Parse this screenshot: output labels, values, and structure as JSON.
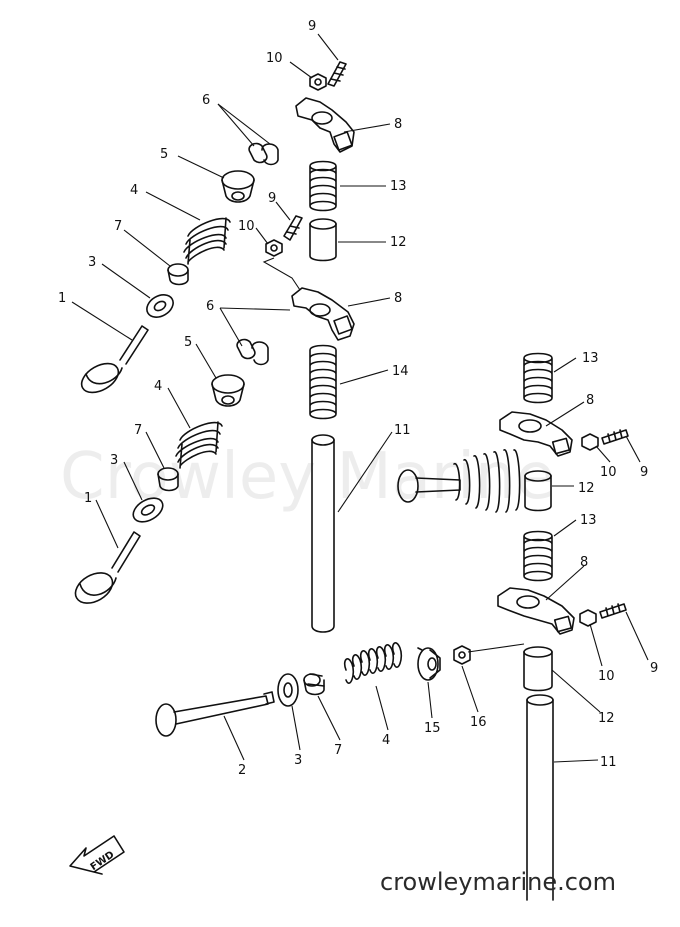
{
  "watermark": "Crowley Marine",
  "site": "crowleymarine.com",
  "fwd_label": "FWD",
  "callouts": [
    {
      "id": "c1",
      "text": "9"
    },
    {
      "id": "c2",
      "text": "10"
    },
    {
      "id": "c3",
      "text": "8"
    },
    {
      "id": "c4",
      "text": "6"
    },
    {
      "id": "c5",
      "text": "5"
    },
    {
      "id": "c6",
      "text": "13"
    },
    {
      "id": "c7",
      "text": "4"
    },
    {
      "id": "c8",
      "text": "9"
    },
    {
      "id": "c9",
      "text": "10"
    },
    {
      "id": "c10",
      "text": "7"
    },
    {
      "id": "c11",
      "text": "12"
    },
    {
      "id": "c12",
      "text": "3"
    },
    {
      "id": "c13",
      "text": "1"
    },
    {
      "id": "c14",
      "text": "8"
    },
    {
      "id": "c15",
      "text": "6"
    },
    {
      "id": "c16",
      "text": "5"
    },
    {
      "id": "c17",
      "text": "14"
    },
    {
      "id": "c18",
      "text": "4"
    },
    {
      "id": "c19",
      "text": "13"
    },
    {
      "id": "c20",
      "text": "8"
    },
    {
      "id": "c21",
      "text": "11"
    },
    {
      "id": "c22",
      "text": "7"
    },
    {
      "id": "c23",
      "text": "3"
    },
    {
      "id": "c24",
      "text": "10"
    },
    {
      "id": "c25",
      "text": "9"
    },
    {
      "id": "c26",
      "text": "12"
    },
    {
      "id": "c27",
      "text": "1"
    },
    {
      "id": "c28",
      "text": "13"
    },
    {
      "id": "c29",
      "text": "8"
    },
    {
      "id": "c30",
      "text": "10"
    },
    {
      "id": "c31",
      "text": "9"
    },
    {
      "id": "c32",
      "text": "2"
    },
    {
      "id": "c33",
      "text": "3"
    },
    {
      "id": "c34",
      "text": "7"
    },
    {
      "id": "c35",
      "text": "4"
    },
    {
      "id": "c36",
      "text": "15"
    },
    {
      "id": "c37",
      "text": "16"
    },
    {
      "id": "c38",
      "text": "12"
    },
    {
      "id": "c39",
      "text": "11"
    }
  ]
}
